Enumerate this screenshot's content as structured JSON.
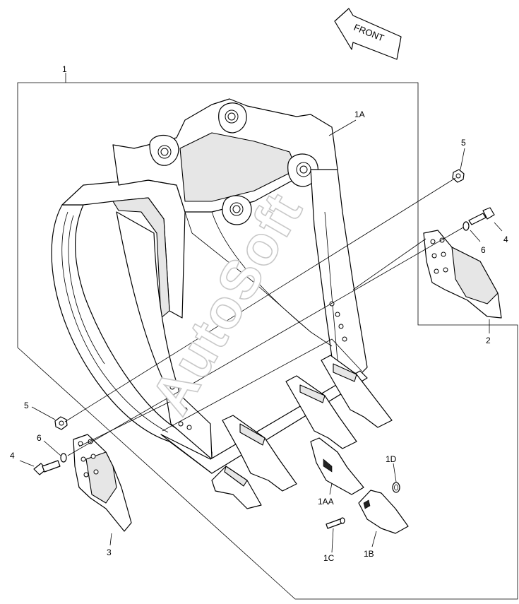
{
  "watermark": "AutoSoft",
  "front_label": "FRONT",
  "labels": {
    "bucket": "1",
    "bucket_body": "1A",
    "adapter": "1AA",
    "tooth": "1B",
    "pin": "1C",
    "lock": "1D",
    "side_cutter_right": "2",
    "side_cutter_left": "3",
    "bolt_right": "4",
    "bolt_left": "4",
    "nut_right": "5",
    "nut_left": "5",
    "washer_right": "6",
    "washer_left": "6"
  }
}
